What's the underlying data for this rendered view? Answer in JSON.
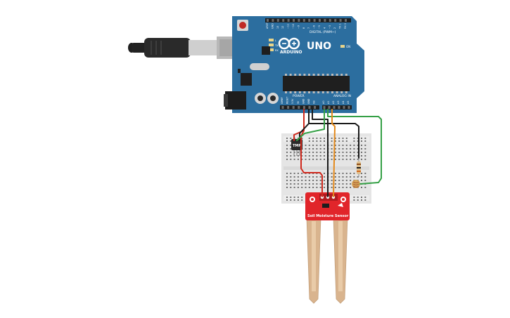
{
  "board": {
    "model": "UNO",
    "brand": "ARDUINO",
    "digital_header_label": "DIGITAL (PWM~)",
    "analog_header_label": "ANALOG IN",
    "power_header_label": "POWER",
    "tx_label": "TX",
    "rx_label": "RX",
    "on_label": "ON",
    "l_label": "L",
    "digital_pins": [
      "AREF",
      "GND",
      "13",
      "12",
      "~11",
      "~10",
      "~9",
      "8",
      "7",
      "~6",
      "~5",
      "4",
      "~3",
      "2",
      "TX 1",
      "RX 0"
    ],
    "power_pins": [
      "IOREF",
      "RESET",
      "3.3V",
      "5V",
      "GND",
      "GND",
      "Vin"
    ],
    "analog_pins": [
      "A0",
      "A1",
      "A2",
      "A3",
      "A4",
      "A5"
    ]
  },
  "tmp_sensor": {
    "label": "TMP"
  },
  "soil_sensor": {
    "label": "Soil Moisture Sensor"
  },
  "colors": {
    "board_blue": "#2c6e9f",
    "wire_red": "#d02a1e",
    "wire_black": "#1a1a1a",
    "wire_orange": "#e48a1c",
    "wire_green": "#35a046",
    "sensor_red": "#e1252a",
    "probe_tan": "#d9b48e",
    "breadboard": "#e5e5e5"
  }
}
